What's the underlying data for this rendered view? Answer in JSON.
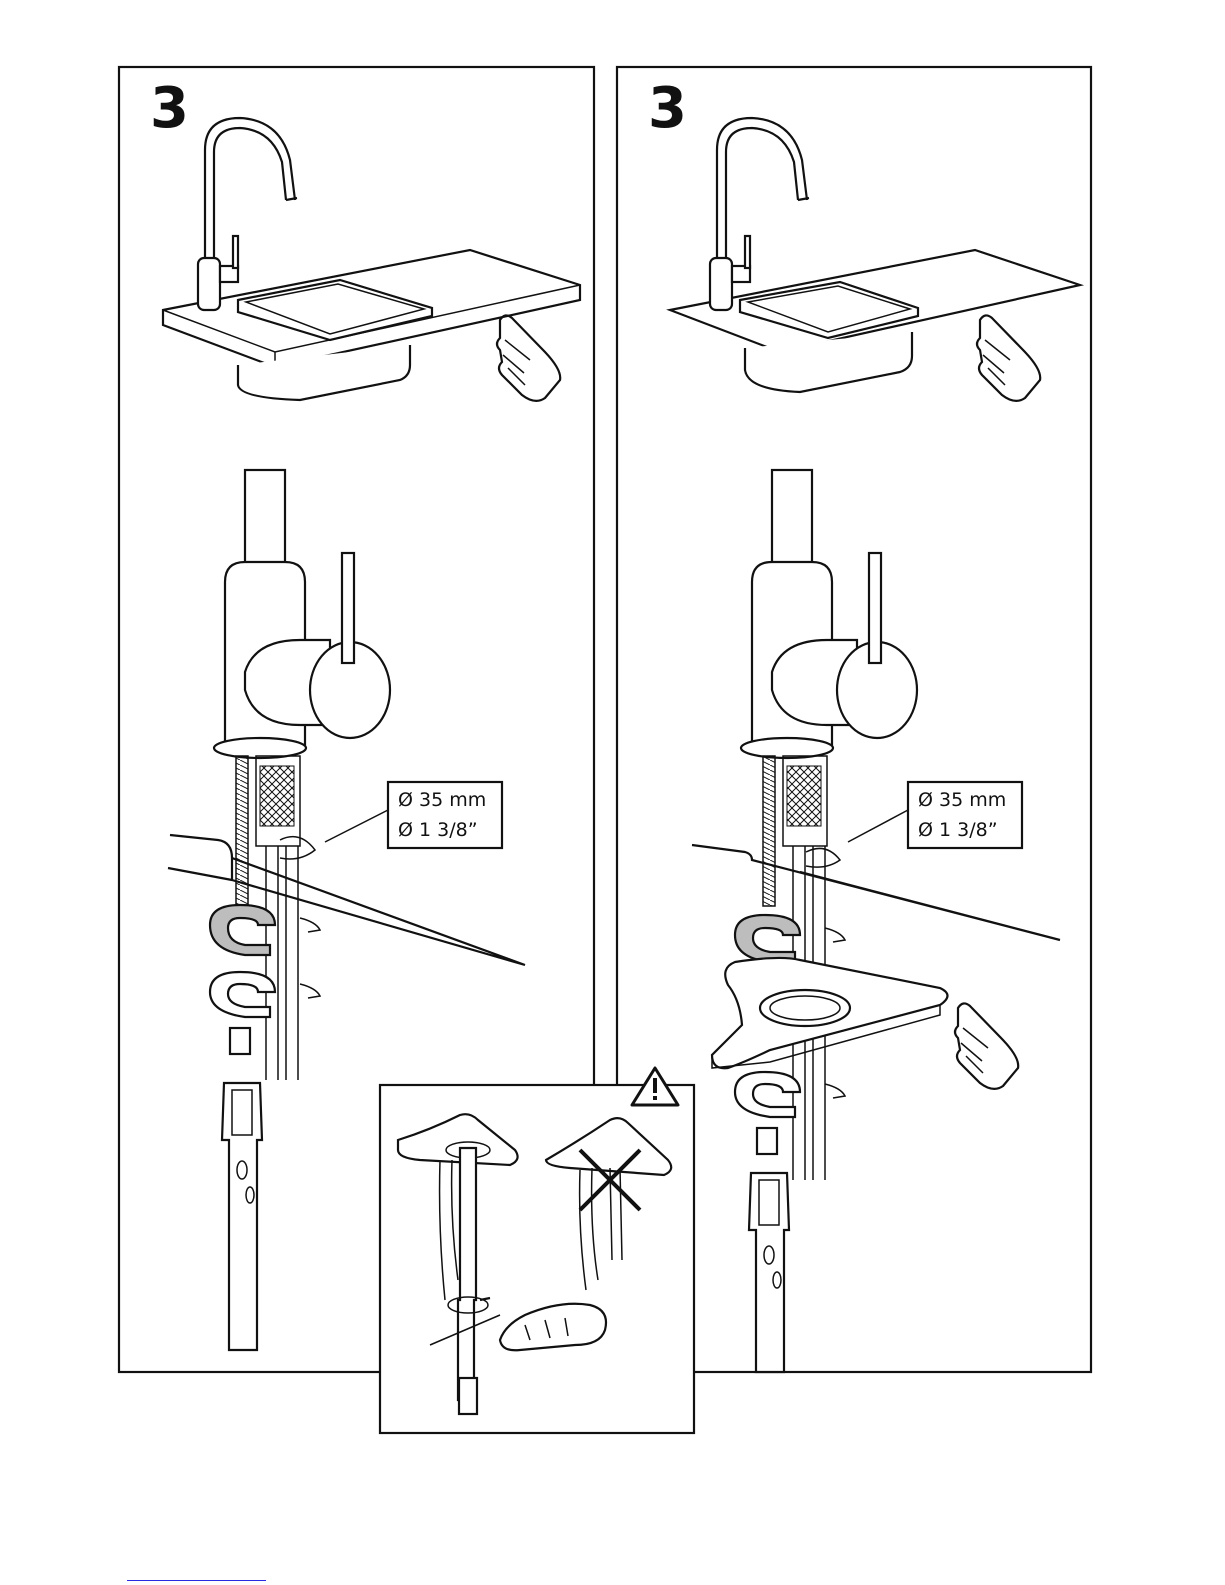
{
  "panels": [
    {
      "id": "left",
      "step_number": "3",
      "dimension_metric": "Ø 35 mm",
      "dimension_imperial": "Ø 1 3/8”"
    },
    {
      "id": "right",
      "step_number": "3",
      "dimension_metric": "Ø 35 mm",
      "dimension_imperial": "Ø 1 3/8”"
    }
  ],
  "inset": {
    "warning_icon": "warning-triangle-icon",
    "wrong_mark_icon": "cross-mark-icon"
  },
  "colors": {
    "ink": "#111111",
    "washer_gray": "#bdbdbd",
    "link_underline": "#2a2ae0"
  }
}
